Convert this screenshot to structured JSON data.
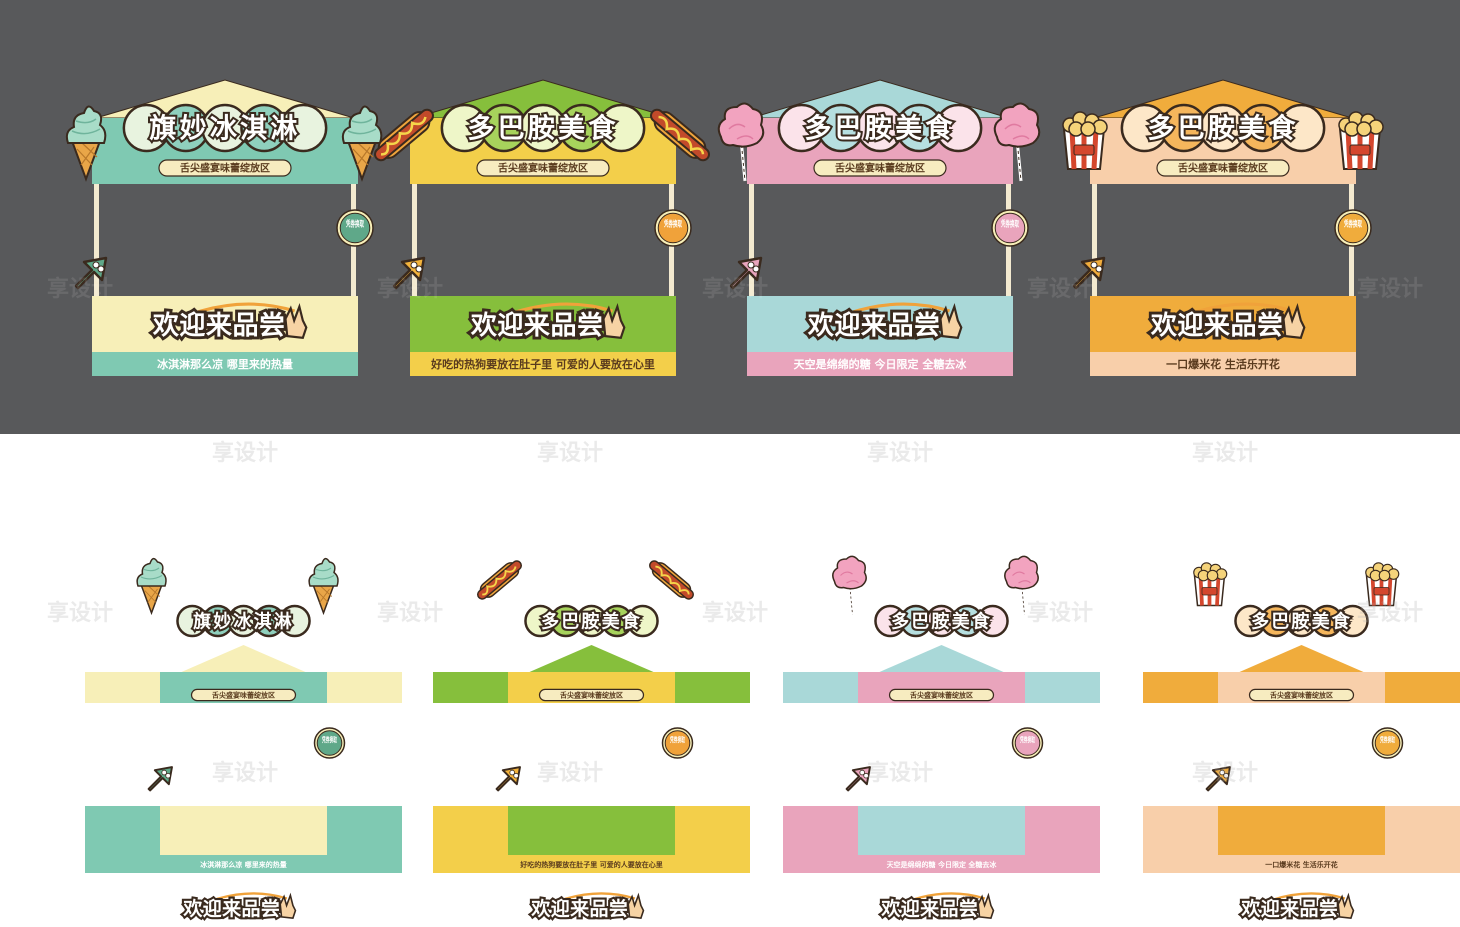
{
  "colors": {
    "background_top": "#58595b",
    "background_bottom": "#ffffff",
    "outline": "#3a2a1e",
    "cream": "#f7ecc0",
    "pole": "#f3ead0"
  },
  "watermark": "享设计",
  "booths": [
    {
      "title": "旗妙冰淇淋",
      "subtitle": "舌尖盛宴味蕾绽放区",
      "welcome": "欢迎来品尝",
      "coupon": "凭券换取",
      "slogan": "冰淇淋那么凉  哪里来的热量",
      "decoration_icon": "ice-cream-icon",
      "colors": {
        "roof": "#f7efb8",
        "sign": "#7fc9b2",
        "bottom": "#f7efb8",
        "band": "#7fc9b2",
        "badge": "#5fa889",
        "badge_ring": "#f7efb8",
        "arrow": "#5fa889",
        "slogan_text": "#ffffff",
        "bubble": "#e8f3df",
        "bubble2": "#8fd0bd"
      }
    },
    {
      "title": "多巴胺美食",
      "subtitle": "舌尖盛宴味蕾绽放区",
      "welcome": "欢迎来品尝",
      "coupon": "凭券换取",
      "slogan": "好吃的热狗要放在肚子里  可爱的人要放在心里",
      "decoration_icon": "hot-dog-icon",
      "colors": {
        "roof": "#86bf3c",
        "sign": "#f3cf4a",
        "bottom": "#86bf3c",
        "band": "#f3cf4a",
        "badge": "#f0a23a",
        "badge_ring": "#f7efb8",
        "arrow": "#f3b33c",
        "slogan_text": "#5a3b1e",
        "bubble": "#eef6c8",
        "bubble2": "#a7d35c"
      }
    },
    {
      "title": "多巴胺美食",
      "subtitle": "舌尖盛宴味蕾绽放区",
      "welcome": "欢迎来品尝",
      "coupon": "凭券换取",
      "slogan": "天空是绵绵的糖  今日限定  全糖去冰",
      "decoration_icon": "cotton-candy-icon",
      "colors": {
        "roof": "#a9d8d8",
        "sign": "#e9a4bc",
        "bottom": "#a9d8d8",
        "band": "#e9a4bc",
        "badge": "#e9a4bc",
        "badge_ring": "#f7efb8",
        "arrow": "#e9a4bc",
        "slogan_text": "#ffffff",
        "bubble": "#fbe3ea",
        "bubble2": "#b6dfe0"
      }
    },
    {
      "title": "多巴胺美食",
      "subtitle": "舌尖盛宴味蕾绽放区",
      "welcome": "欢迎来品尝",
      "coupon": "凭券换取",
      "slogan": "一口爆米花  生活乐开花",
      "decoration_icon": "popcorn-icon",
      "colors": {
        "roof": "#f0ac3c",
        "sign": "#f8cfaa",
        "bottom": "#f0ac3c",
        "band": "#f8cfaa",
        "badge": "#f0ac3c",
        "badge_ring": "#f7efb8",
        "arrow": "#f0ac3c",
        "slogan_text": "#5a3b1e",
        "bubble": "#fde7c8",
        "bubble2": "#f5b65c"
      }
    }
  ]
}
